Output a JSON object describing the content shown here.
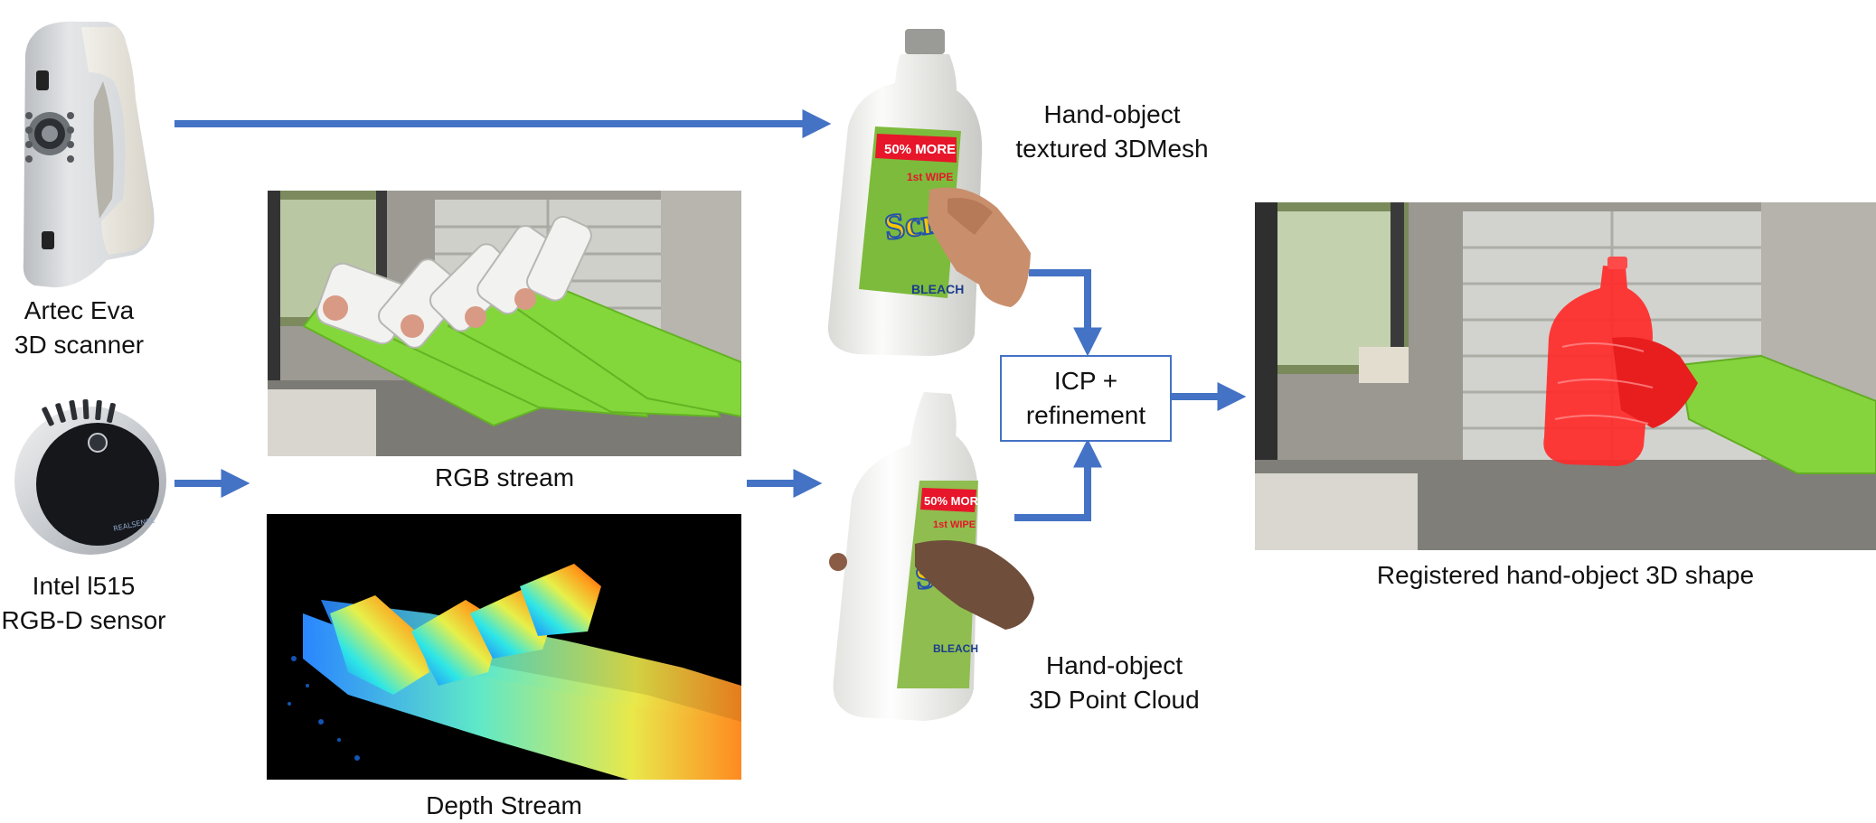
{
  "scanner": {
    "name": "Artec Eva",
    "subtitle": "3D scanner"
  },
  "sensor": {
    "name": "Intel l515",
    "subtitle": "RGB-D sensor",
    "logo_text": "REALSENSE"
  },
  "rgb_stream": {
    "label": "RGB stream"
  },
  "depth_stream": {
    "label": "Depth Stream"
  },
  "mesh": {
    "line1": "Hand-object",
    "line2": "textured 3DMesh"
  },
  "point_cloud": {
    "line1": "Hand-object",
    "line2": "3D Point Cloud"
  },
  "process_box": {
    "line1": "ICP +",
    "line2": "refinement"
  },
  "result": {
    "label": "Registered hand-object 3D shape"
  },
  "bottle_label": {
    "promo": "50% MORE",
    "brand": "Scrub",
    "product": "BLEACH",
    "tag": "1st WIPE"
  },
  "colors": {
    "arrow": "#4472c4",
    "sleeve": "#7ed321",
    "overlay_red": "#ff2a2a",
    "box_border": "#4472c4"
  }
}
